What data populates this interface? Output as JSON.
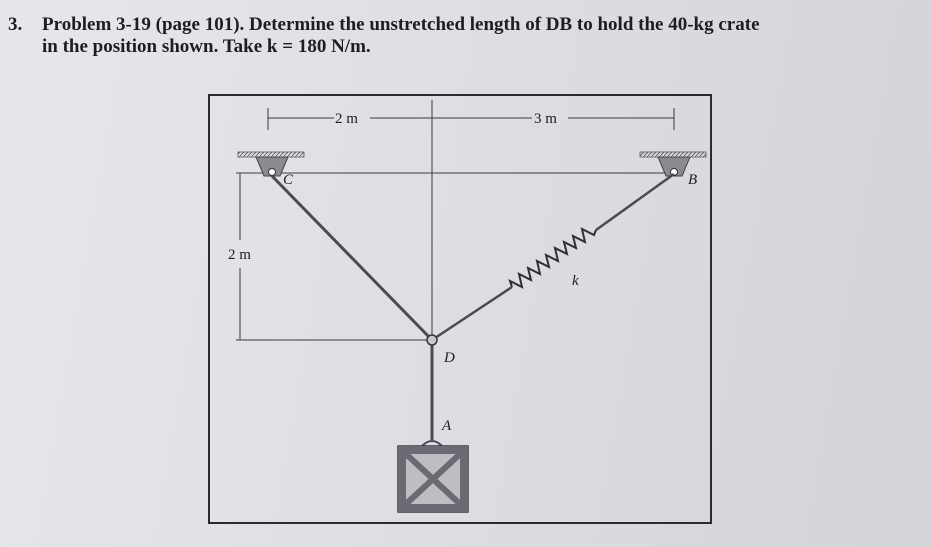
{
  "problem": {
    "number": "3.",
    "line1": "Problem 3-19 (page 101). Determine the unstretched length of DB to hold the 40-kg crate",
    "line2": "in the position shown. Take k = 180 N/m."
  },
  "figure": {
    "dim_left_horizontal": "2 m",
    "dim_right_horizontal": "3 m",
    "dim_vertical": "2 m",
    "point_c": "C",
    "point_b": "B",
    "point_d": "D",
    "point_a": "A",
    "spring_constant": "k"
  },
  "colors": {
    "frame": "#2a2a30",
    "line": "#4a4a52",
    "support": "#8a8a90",
    "crate": "#6a6a72"
  }
}
